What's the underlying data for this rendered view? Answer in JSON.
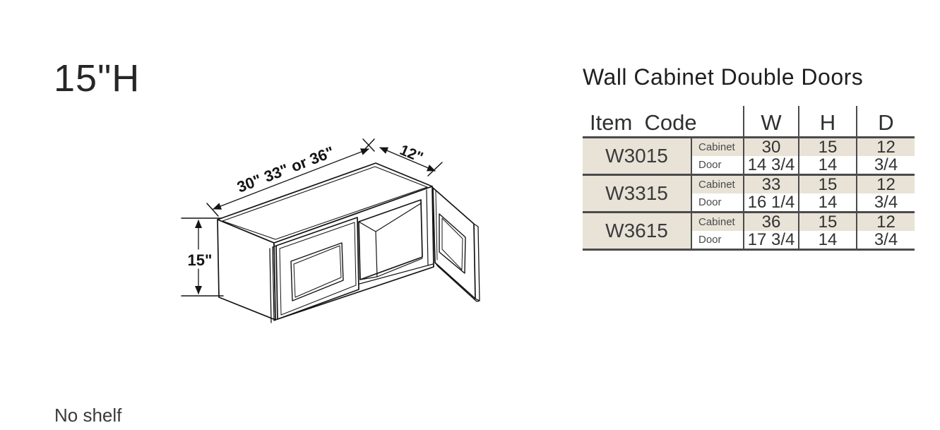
{
  "page": {
    "size_label": "15\"H",
    "title": "Wall Cabinet Double Doors",
    "note": "No shelf"
  },
  "drawing": {
    "dim_width": "30\" 33\" or 36\"",
    "dim_depth": "12\"",
    "dim_height": "15\""
  },
  "table": {
    "headers": {
      "item": "Item  Code",
      "w": "W",
      "h": "H",
      "d": "D"
    },
    "row_labels": {
      "cabinet": "Cabinet",
      "door": "Door"
    },
    "rows": [
      {
        "code": "W3015",
        "cabinet": {
          "w": "30",
          "h": "15",
          "d": "12"
        },
        "door": {
          "w": "14 3/4",
          "h": "14",
          "d": "3/4"
        }
      },
      {
        "code": "W3315",
        "cabinet": {
          "w": "33",
          "h": "15",
          "d": "12"
        },
        "door": {
          "w": "16 1/4",
          "h": "14",
          "d": "3/4"
        }
      },
      {
        "code": "W3615",
        "cabinet": {
          "w": "36",
          "h": "15",
          "d": "12"
        },
        "door": {
          "w": "17 3/4",
          "h": "14",
          "d": "3/4"
        }
      }
    ]
  },
  "colors": {
    "beige": "#e8e3d6",
    "table_border": "#4b4b4d",
    "line_ink": "#141414"
  }
}
